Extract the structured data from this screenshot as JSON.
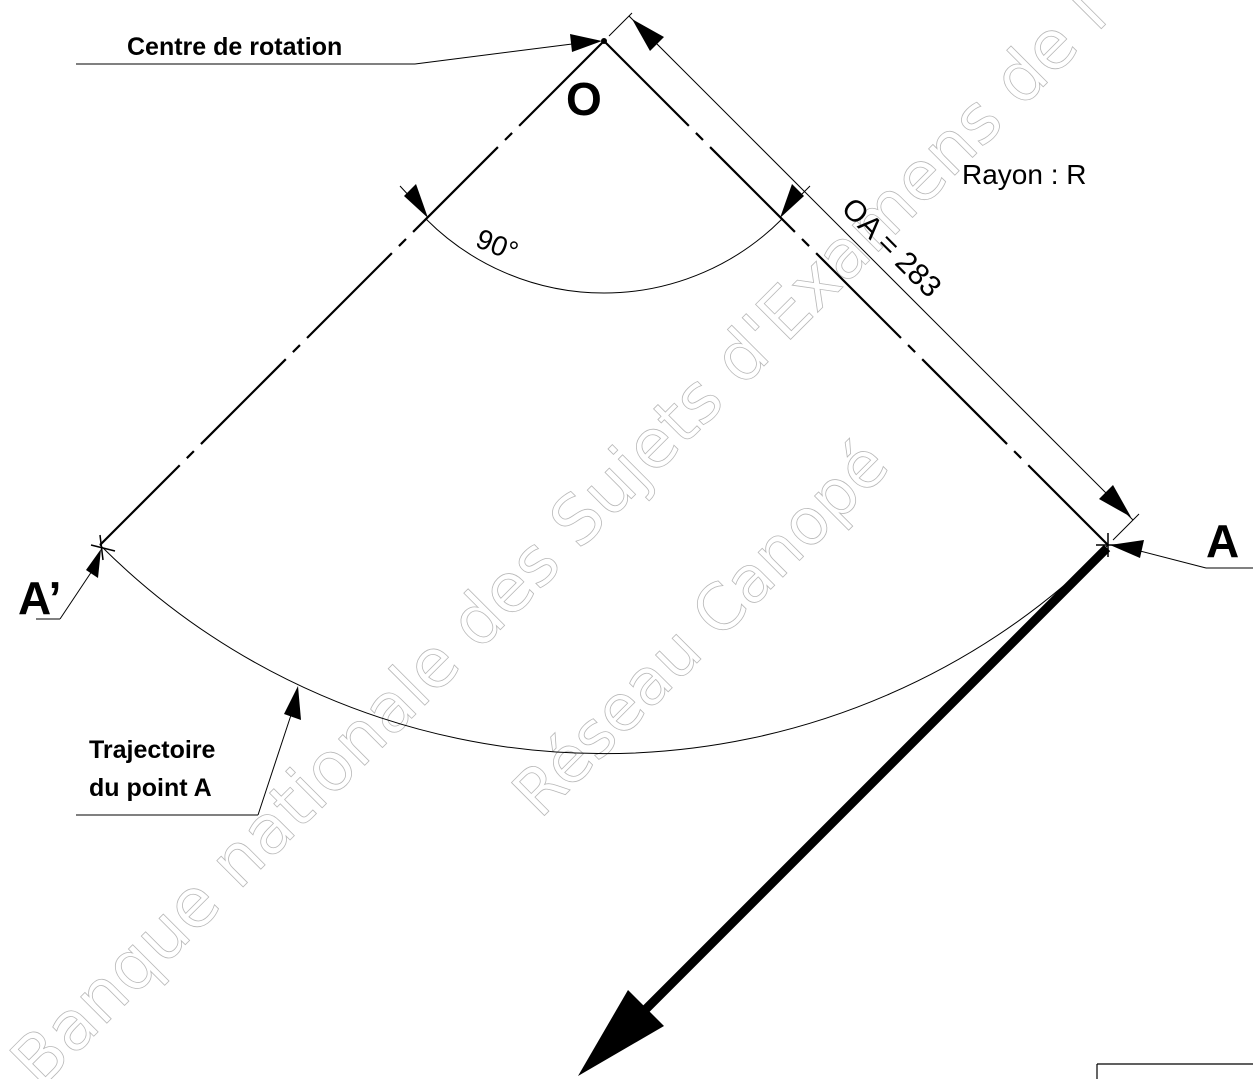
{
  "labels": {
    "center_rotation": "Centre de rotation",
    "point_o": "O",
    "radius": "Rayon : R",
    "dimension": "OA = 283",
    "angle": "90°",
    "point_a": "A",
    "point_a_prime": "A’",
    "trajectory_line1": "Trajectoire",
    "trajectory_line2": "du point A"
  },
  "watermark": {
    "line1": "Banque nationale des Sujets d'Examens de l'enseignement professionnel",
    "line2": "Réseau Canopé"
  },
  "geometry_values": {
    "oa_length": 283,
    "rotation_angle_deg": 90
  }
}
